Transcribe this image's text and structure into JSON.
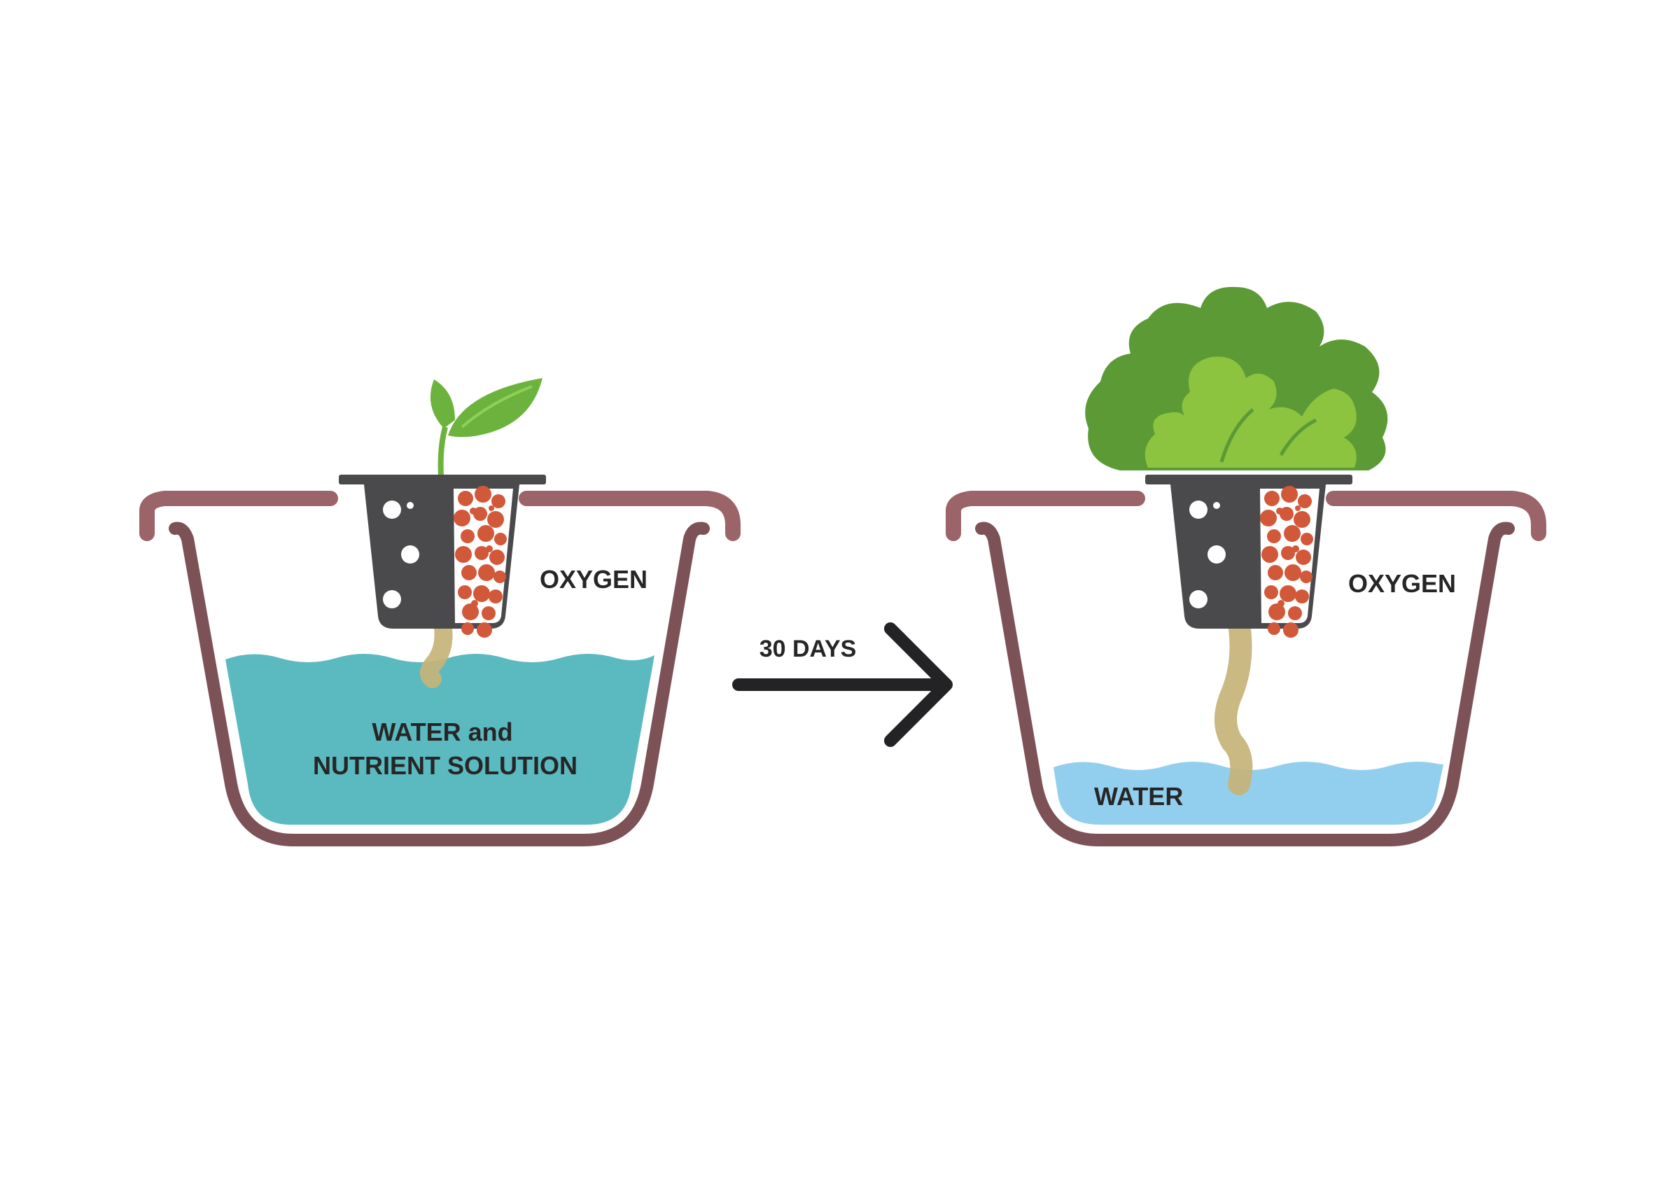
{
  "labels": {
    "left_oxygen": "OXYGEN",
    "left_water_line1": "WATER and",
    "left_water_line2": "NUTRIENT SOLUTION",
    "transition": "30 DAYS",
    "right_oxygen": "OXYGEN",
    "right_water": "WATER"
  },
  "colors": {
    "background": "#ffffff",
    "tank_outline": "#7d5257",
    "tank_rim": "#9b6468",
    "nutrient_solution": "#5bb9c0",
    "water": "#92cfee",
    "net_pot": "#4a4a4c",
    "clay_pebbles": "#d2583a",
    "root": "#c7b378",
    "seedling_leaf": "#6cb33e",
    "lettuce_dark": "#5c9a35",
    "lettuce_light": "#8cc43f",
    "arrow": "#232326",
    "text": "#262626"
  },
  "icons": [
    "seedling-icon",
    "lettuce-icon",
    "net-pot-icon",
    "clay-pebbles-icon",
    "arrow-right-icon"
  ]
}
